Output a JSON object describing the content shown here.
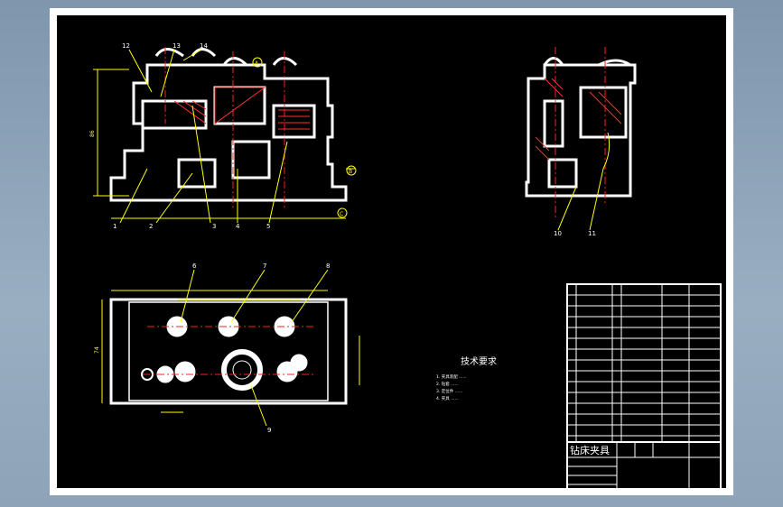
{
  "drawing": {
    "title": "钻床夹具",
    "tech_requirements": {
      "heading": "技术要求",
      "lines": [
        "1. 夹具装配 ......",
        "2. 钻套 ......",
        "3. 定位件 ......",
        "4. 夹具 ......"
      ]
    },
    "leaders_front": [
      "1",
      "2",
      "3",
      "4",
      "5"
    ],
    "leaders_top": [
      "12",
      "13",
      "14"
    ],
    "datums": [
      "A",
      "B",
      "C"
    ],
    "leaders_side": [
      "10",
      "11"
    ],
    "leaders_plan": [
      "6",
      "7",
      "8",
      "9"
    ],
    "dims": {
      "height": "86",
      "width_plan": "",
      "height_plan": "74"
    }
  },
  "colors": {
    "background": "#000000",
    "lines": "#ffffff",
    "dimension": "#ffff00",
    "center": "#ff2020",
    "hatch": "#ff3030"
  }
}
